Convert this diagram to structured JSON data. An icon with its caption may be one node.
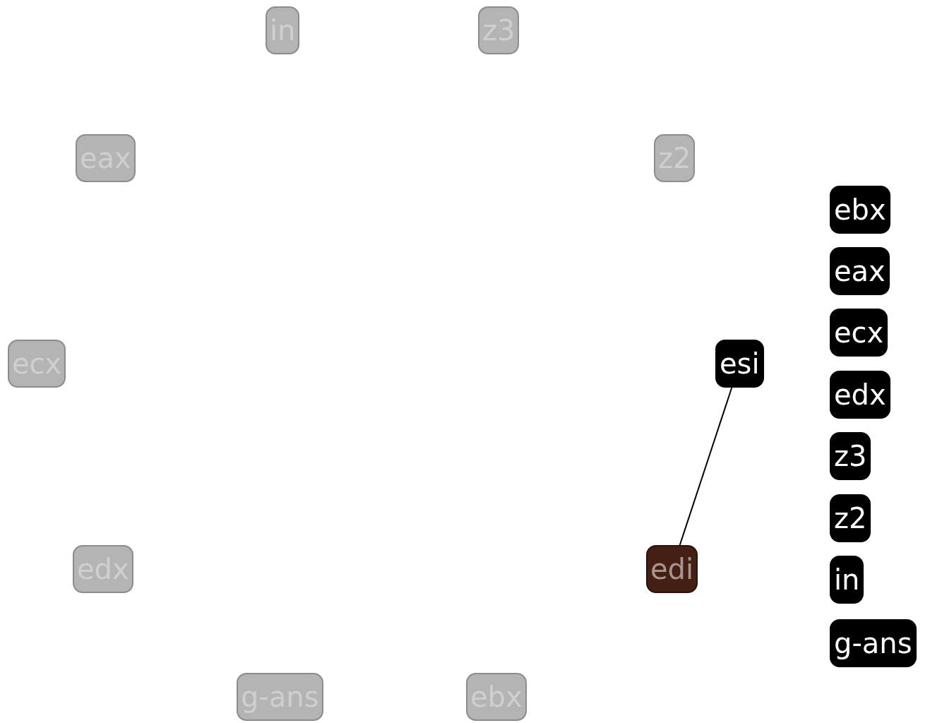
{
  "diagram": {
    "nodes": [
      {
        "text": [
          "in"
        ]
      },
      {
        "text": [
          "z3"
        ]
      },
      {
        "text": [
          "eax"
        ]
      },
      {
        "text": [
          "z2"
        ]
      },
      {
        "text": [
          "ecx"
        ]
      },
      {
        "text": [
          "esi"
        ]
      },
      {
        "text": [
          "edx"
        ]
      },
      {
        "text": [
          "edi"
        ]
      },
      {
        "text": [
          "g-ans"
        ]
      },
      {
        "text": [
          "ebx"
        ]
      },
      {
        "text": [
          "ebx"
        ]
      },
      {
        "text": [
          "eax"
        ]
      },
      {
        "text": [
          "ecx"
        ]
      },
      {
        "text": [
          "edx"
        ]
      },
      {
        "text": [
          "z3"
        ]
      },
      {
        "text": [
          "z2"
        ]
      },
      {
        "text": [
          "in"
        ]
      },
      {
        "text": [
          "g-ans"
        ]
      }
    ],
    "edges": [
      {
        "from": 5,
        "to": 7,
        "arrow": "none"
      }
    ]
  }
}
